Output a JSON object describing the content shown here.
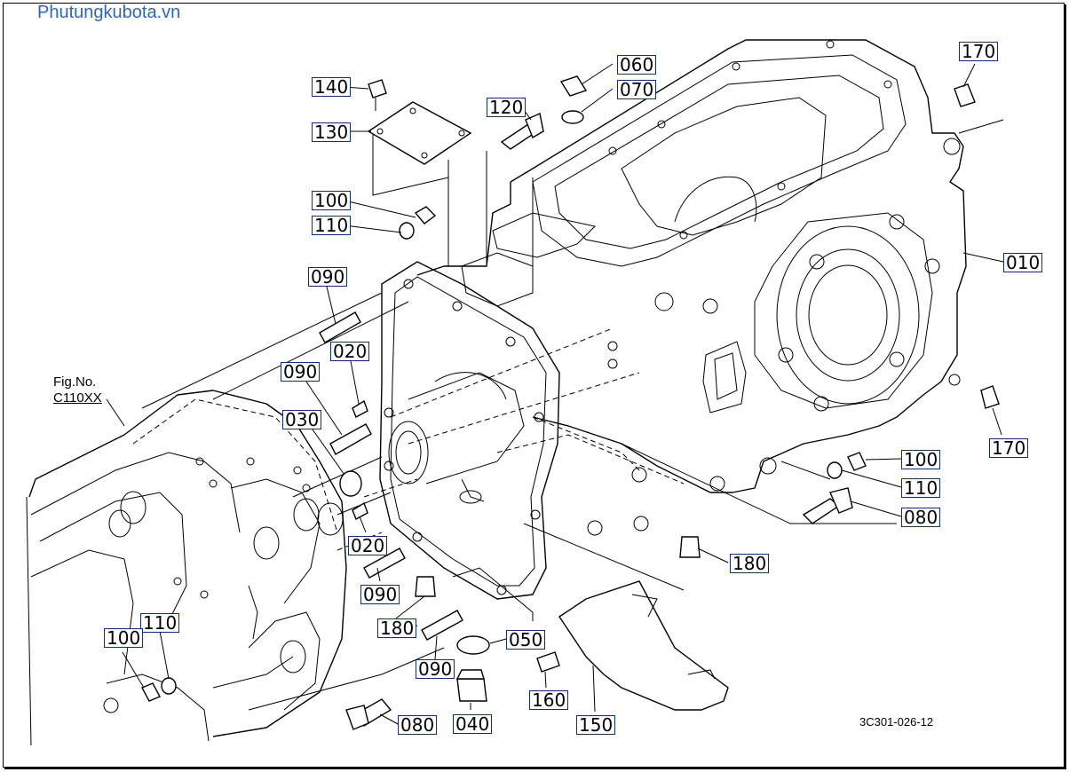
{
  "watermark": "Phutungkubota.vn",
  "figure_ref": {
    "line1": "Fig.No.",
    "line2": "C110XX"
  },
  "drawing_code": "3C301-026-12",
  "parts": {
    "p010": "010",
    "p020a": "020",
    "p020b": "020",
    "p030": "030",
    "p040": "040",
    "p050": "050",
    "p060": "060",
    "p070": "070",
    "p080a": "080",
    "p080b": "080",
    "p090a": "090",
    "p090b": "090",
    "p090c": "090",
    "p090d": "090",
    "p100a": "100",
    "p100b": "100",
    "p100c": "100",
    "p110a": "110",
    "p110b": "110",
    "p110c": "110",
    "p120": "120",
    "p130": "130",
    "p140": "140",
    "p150": "150",
    "p160": "160",
    "p170a": "170",
    "p170b": "170",
    "p180a": "180",
    "p180b": "180"
  },
  "colors": {
    "watermark": "#2a66c9",
    "label_border": "#0f2c8a",
    "line": "#000000"
  }
}
